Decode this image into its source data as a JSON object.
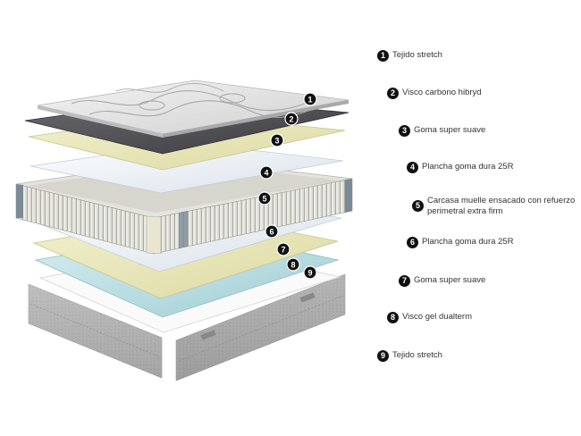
{
  "layers": [
    {
      "num": "1",
      "label": "Tejido stretch"
    },
    {
      "num": "2",
      "label": "Visco carbono hibryd"
    },
    {
      "num": "3",
      "label": "Goma super suave"
    },
    {
      "num": "4",
      "label": "Plancha goma dura 25R"
    },
    {
      "num": "5",
      "label": "Carcasa muelle ensacado con refuerzo\nperimetral extra firm"
    },
    {
      "num": "6",
      "label": "Plancha goma dura 25R"
    },
    {
      "num": "7",
      "label": "Goma super suave"
    },
    {
      "num": "8",
      "label": "Visco gel dualterm"
    },
    {
      "num": "9",
      "label": "Tejido stretch"
    }
  ]
}
